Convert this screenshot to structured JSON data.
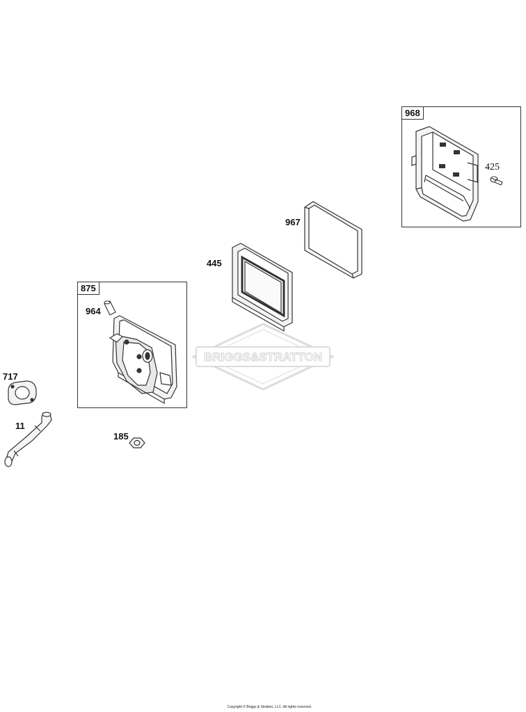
{
  "parts": [
    {
      "id": "p968",
      "number": "968"
    },
    {
      "id": "p425",
      "number": "425"
    },
    {
      "id": "p967",
      "number": "967"
    },
    {
      "id": "p445",
      "number": "445"
    },
    {
      "id": "p875",
      "number": "875"
    },
    {
      "id": "p964",
      "number": "964"
    },
    {
      "id": "p717",
      "number": "717"
    },
    {
      "id": "p11",
      "number": "11"
    },
    {
      "id": "p185",
      "number": "185"
    }
  ],
  "watermark": {
    "brand": "BRIGGS&STRATTON"
  },
  "footer": {
    "copyright": "Copyright © Briggs & Stratton, LLC. All rights reserved."
  },
  "colors": {
    "line": "#333333",
    "watermark": "#d9d9d9"
  }
}
